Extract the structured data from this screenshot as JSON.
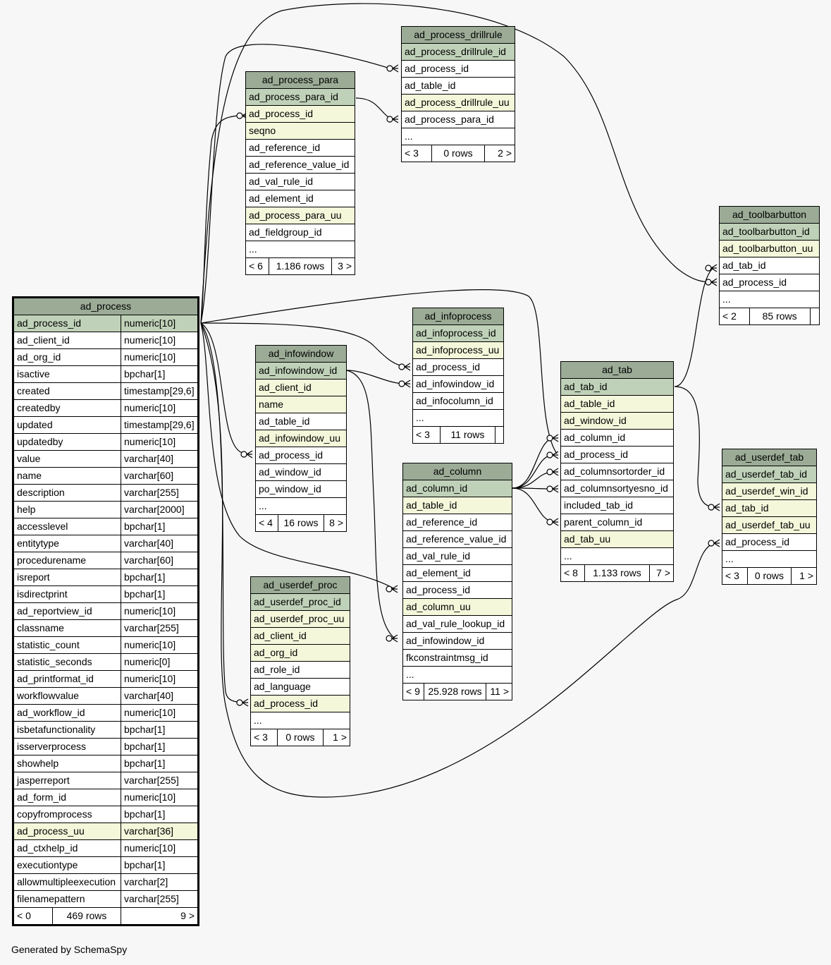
{
  "footer": "Generated by SchemaSpy",
  "tables": [
    {
      "id": "ad_process",
      "name": "ad_process",
      "focus": true,
      "columns": [
        {
          "name": "ad_process_id",
          "type": "numeric[10]",
          "kind": "pk"
        },
        {
          "name": "ad_client_id",
          "type": "numeric[10]"
        },
        {
          "name": "ad_org_id",
          "type": "numeric[10]"
        },
        {
          "name": "isactive",
          "type": "bpchar[1]"
        },
        {
          "name": "created",
          "type": "timestamp[29,6]"
        },
        {
          "name": "createdby",
          "type": "numeric[10]"
        },
        {
          "name": "updated",
          "type": "timestamp[29,6]"
        },
        {
          "name": "updatedby",
          "type": "numeric[10]"
        },
        {
          "name": "value",
          "type": "varchar[40]"
        },
        {
          "name": "name",
          "type": "varchar[60]"
        },
        {
          "name": "description",
          "type": "varchar[255]"
        },
        {
          "name": "help",
          "type": "varchar[2000]"
        },
        {
          "name": "accesslevel",
          "type": "bpchar[1]"
        },
        {
          "name": "entitytype",
          "type": "varchar[40]"
        },
        {
          "name": "procedurename",
          "type": "varchar[60]"
        },
        {
          "name": "isreport",
          "type": "bpchar[1]"
        },
        {
          "name": "isdirectprint",
          "type": "bpchar[1]"
        },
        {
          "name": "ad_reportview_id",
          "type": "numeric[10]"
        },
        {
          "name": "classname",
          "type": "varchar[255]"
        },
        {
          "name": "statistic_count",
          "type": "numeric[10]"
        },
        {
          "name": "statistic_seconds",
          "type": "numeric[0]"
        },
        {
          "name": "ad_printformat_id",
          "type": "numeric[10]"
        },
        {
          "name": "workflowvalue",
          "type": "varchar[40]"
        },
        {
          "name": "ad_workflow_id",
          "type": "numeric[10]"
        },
        {
          "name": "isbetafunctionality",
          "type": "bpchar[1]"
        },
        {
          "name": "isserverprocess",
          "type": "bpchar[1]"
        },
        {
          "name": "showhelp",
          "type": "bpchar[1]"
        },
        {
          "name": "jasperreport",
          "type": "varchar[255]"
        },
        {
          "name": "ad_form_id",
          "type": "numeric[10]"
        },
        {
          "name": "copyfromprocess",
          "type": "bpchar[1]"
        },
        {
          "name": "ad_process_uu",
          "type": "varchar[36]",
          "kind": "idx"
        },
        {
          "name": "ad_ctxhelp_id",
          "type": "numeric[10]"
        },
        {
          "name": "executiontype",
          "type": "bpchar[1]"
        },
        {
          "name": "allowmultipleexecution",
          "type": "varchar[2]"
        },
        {
          "name": "filenamepattern",
          "type": "varchar[255]"
        }
      ],
      "footer": {
        "left": "< 0",
        "mid": "469 rows",
        "right": "9 >"
      }
    },
    {
      "id": "ad_process_drillrule",
      "name": "ad_process_drillrule",
      "columns": [
        {
          "name": "ad_process_drillrule_id",
          "kind": "pk"
        },
        {
          "name": "ad_process_id"
        },
        {
          "name": "ad_table_id"
        },
        {
          "name": "ad_process_drillrule_uu",
          "kind": "idx"
        },
        {
          "name": "ad_process_para_id"
        },
        {
          "name": "..."
        }
      ],
      "footer": {
        "left": "< 3",
        "mid": "0 rows",
        "right": "2 >"
      }
    },
    {
      "id": "ad_process_para",
      "name": "ad_process_para",
      "columns": [
        {
          "name": "ad_process_para_id",
          "kind": "pk"
        },
        {
          "name": "ad_process_id",
          "kind": "idx"
        },
        {
          "name": "seqno",
          "kind": "idx"
        },
        {
          "name": "ad_reference_id"
        },
        {
          "name": "ad_reference_value_id"
        },
        {
          "name": "ad_val_rule_id"
        },
        {
          "name": "ad_element_id"
        },
        {
          "name": "ad_process_para_uu",
          "kind": "idx"
        },
        {
          "name": "ad_fieldgroup_id"
        },
        {
          "name": "..."
        }
      ],
      "footer": {
        "left": "< 6",
        "mid": "1.186 rows",
        "right": "3 >"
      }
    },
    {
      "id": "ad_toolbarbutton",
      "name": "ad_toolbarbutton",
      "columns": [
        {
          "name": "ad_toolbarbutton_id",
          "kind": "pk"
        },
        {
          "name": "ad_toolbarbutton_uu",
          "kind": "idx"
        },
        {
          "name": "ad_tab_id"
        },
        {
          "name": "ad_process_id"
        },
        {
          "name": "..."
        }
      ],
      "footer": {
        "left": "< 2",
        "mid": "85 rows",
        "right": ""
      }
    },
    {
      "id": "ad_infoprocess",
      "name": "ad_infoprocess",
      "columns": [
        {
          "name": "ad_infoprocess_id",
          "kind": "pk"
        },
        {
          "name": "ad_infoprocess_uu",
          "kind": "idx"
        },
        {
          "name": "ad_process_id"
        },
        {
          "name": "ad_infowindow_id"
        },
        {
          "name": "ad_infocolumn_id"
        },
        {
          "name": "..."
        }
      ],
      "footer": {
        "left": "< 3",
        "mid": "11 rows",
        "right": ""
      }
    },
    {
      "id": "ad_infowindow",
      "name": "ad_infowindow",
      "columns": [
        {
          "name": "ad_infowindow_id",
          "kind": "pk"
        },
        {
          "name": "ad_client_id",
          "kind": "idx"
        },
        {
          "name": "name",
          "kind": "idx"
        },
        {
          "name": "ad_table_id"
        },
        {
          "name": "ad_infowindow_uu",
          "kind": "idx"
        },
        {
          "name": "ad_process_id"
        },
        {
          "name": "ad_window_id"
        },
        {
          "name": "po_window_id"
        },
        {
          "name": "..."
        }
      ],
      "footer": {
        "left": "< 4",
        "mid": "16 rows",
        "right": "8 >"
      }
    },
    {
      "id": "ad_tab",
      "name": "ad_tab",
      "columns": [
        {
          "name": "ad_tab_id",
          "kind": "pk"
        },
        {
          "name": "ad_table_id",
          "kind": "idx"
        },
        {
          "name": "ad_window_id",
          "kind": "idx"
        },
        {
          "name": "ad_column_id"
        },
        {
          "name": "ad_process_id"
        },
        {
          "name": "ad_columnsortorder_id"
        },
        {
          "name": "ad_columnsortyesno_id"
        },
        {
          "name": "included_tab_id"
        },
        {
          "name": "parent_column_id"
        },
        {
          "name": "ad_tab_uu",
          "kind": "idx"
        },
        {
          "name": "..."
        }
      ],
      "footer": {
        "left": "< 8",
        "mid": "1.133 rows",
        "right": "7 >"
      }
    },
    {
      "id": "ad_userdef_tab",
      "name": "ad_userdef_tab",
      "columns": [
        {
          "name": "ad_userdef_tab_id",
          "kind": "pk"
        },
        {
          "name": "ad_userdef_win_id",
          "kind": "idx"
        },
        {
          "name": "ad_tab_id",
          "kind": "idx"
        },
        {
          "name": "ad_userdef_tab_uu",
          "kind": "idx"
        },
        {
          "name": "ad_process_id"
        },
        {
          "name": "..."
        }
      ],
      "footer": {
        "left": "< 3",
        "mid": "0 rows",
        "right": "1 >"
      }
    },
    {
      "id": "ad_column",
      "name": "ad_column",
      "columns": [
        {
          "name": "ad_column_id",
          "kind": "pk"
        },
        {
          "name": "ad_table_id",
          "kind": "idx"
        },
        {
          "name": "ad_reference_id"
        },
        {
          "name": "ad_reference_value_id"
        },
        {
          "name": "ad_val_rule_id"
        },
        {
          "name": "ad_element_id"
        },
        {
          "name": "ad_process_id"
        },
        {
          "name": "ad_column_uu",
          "kind": "idx"
        },
        {
          "name": "ad_val_rule_lookup_id"
        },
        {
          "name": "ad_infowindow_id"
        },
        {
          "name": "fkconstraintmsg_id"
        },
        {
          "name": "..."
        }
      ],
      "footer": {
        "left": "< 9",
        "mid": "25.928 rows",
        "right": "11 >"
      }
    },
    {
      "id": "ad_userdef_proc",
      "name": "ad_userdef_proc",
      "columns": [
        {
          "name": "ad_userdef_proc_id",
          "kind": "pk"
        },
        {
          "name": "ad_userdef_proc_uu",
          "kind": "idx"
        },
        {
          "name": "ad_client_id",
          "kind": "idx"
        },
        {
          "name": "ad_org_id",
          "kind": "idx"
        },
        {
          "name": "ad_role_id"
        },
        {
          "name": "ad_language"
        },
        {
          "name": "ad_process_id",
          "kind": "idx"
        },
        {
          "name": "..."
        }
      ],
      "footer": {
        "left": "< 3",
        "mid": "0 rows",
        "right": "1 >"
      }
    }
  ]
}
